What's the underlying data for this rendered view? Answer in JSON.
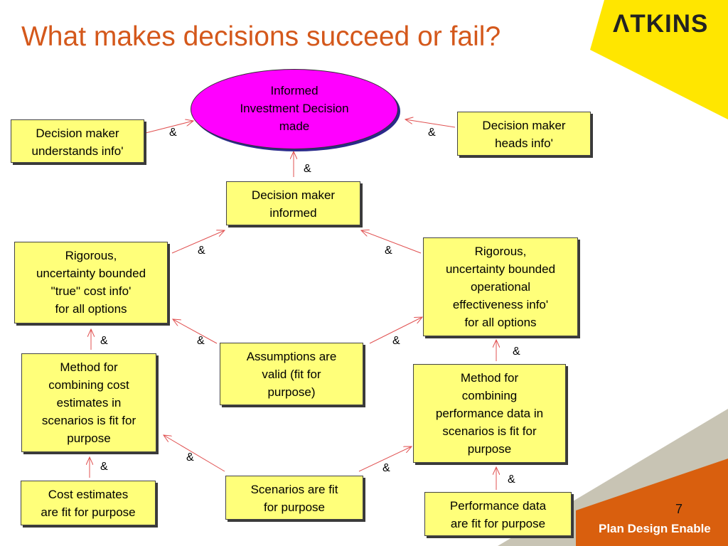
{
  "title": "What makes decisions succeed or fail?",
  "brand": {
    "logo": "ΛTKINS",
    "tagline": "Plan Design Enable",
    "accent_color": "#d4581b",
    "yellow": "#ffe600",
    "orange": "#d95f0e"
  },
  "page_number": "7",
  "amp": "&",
  "nodes": {
    "goal": "Informed\nInvestment Decision\nmade",
    "understands": "Decision maker\nunderstands info'",
    "heads": "Decision maker\nheads info'",
    "informed": "Decision maker\ninformed",
    "cost_info": "Rigorous,\nuncertainty bounded\n\"true\" cost info'\nfor all options",
    "ops_info": "Rigorous,\nuncertainty bounded\noperational\neffectiveness info'\nfor all options",
    "assumptions": "Assumptions are\nvalid (fit for\npurpose)",
    "cost_method": "Method for\ncombining cost\nestimates in\nscenarios is fit for\npurpose",
    "perf_method": "Method for\ncombining\nperformance data in\nscenarios is fit for\npurpose",
    "cost_estimates": "Cost estimates\nare fit for purpose",
    "scenarios": "Scenarios are fit\nfor purpose",
    "perf_data": "Performance data\nare fit for purpose"
  }
}
